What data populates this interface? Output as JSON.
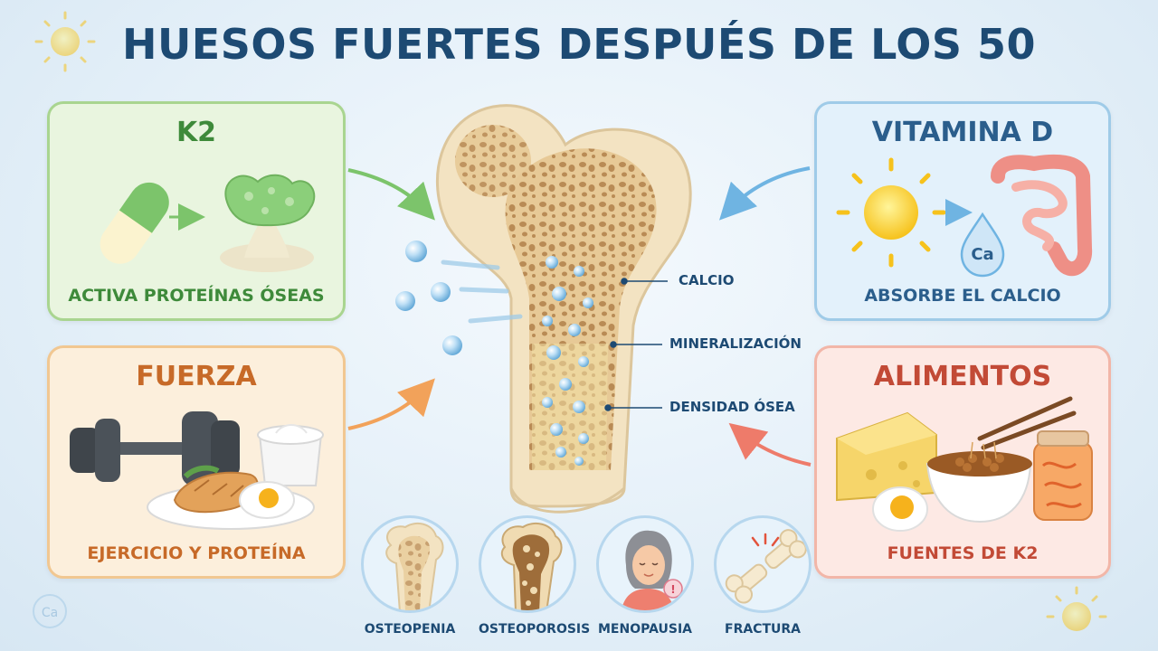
{
  "title": "HUESOS FUERTES DESPUÉS DE LOS 50",
  "panels": {
    "k2": {
      "title": "K2",
      "caption": "ACTIVA PROTEÍNAS ÓSEAS",
      "color": "#3e8a3a"
    },
    "vitamin_d": {
      "title": "VITAMINA D",
      "caption": "ABSORBE EL CALCIO",
      "calcium_symbol": "Ca",
      "color": "#2b5e8c"
    },
    "strength": {
      "title": "FUERZA",
      "caption": "EJERCICIO Y PROTEÍNA",
      "color": "#c76a28"
    },
    "foods": {
      "title": "ALIMENTOS",
      "caption": "FUENTES DE K2",
      "color": "#c24a36"
    }
  },
  "bone_labels": [
    "CALCIO",
    "MINERALIZACIÓN",
    "DENSIDAD ÓSEA"
  ],
  "conditions": [
    "OSTEOPENIA",
    "OSTEOPOROSIS",
    "MENOPAUSIA",
    "FRACTURA"
  ],
  "decor": {
    "calcium_symbol": "Ca"
  },
  "icons": [
    "capsule-icon",
    "bone-protein-icon",
    "sun-icon",
    "intestine-icon",
    "calcium-drop-icon",
    "dumbbell-icon",
    "chicken-plate-icon",
    "yogurt-icon",
    "cheese-icon",
    "egg-icon",
    "natto-bowl-icon",
    "kimchi-jar-icon",
    "woman-icon",
    "broken-bone-icon"
  ]
}
